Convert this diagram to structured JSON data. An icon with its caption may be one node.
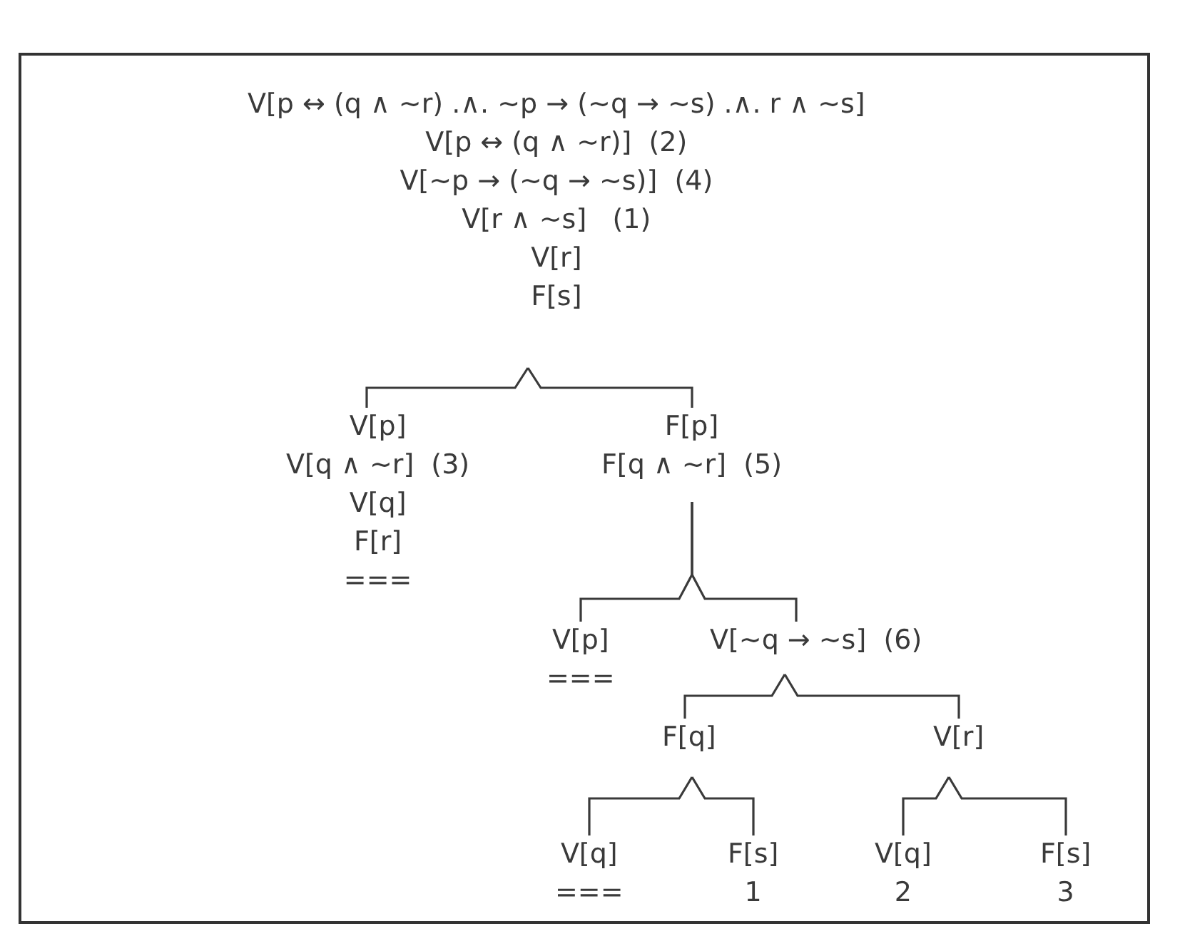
{
  "diagram": {
    "nodes": [
      {
        "text": [
          "V[p ↔ (q ∧ ~r) .∧. ~p → (~q → ~s) .∧. r ∧ ~s]",
          "V[p ↔ (q ∧ ~r)]  (2)",
          "V[~p → (~q → ~s)]  (4)",
          "V[r ∧ ~s]   (1)",
          "V[r]",
          "F[s]"
        ]
      },
      {
        "text": [
          "V[p]",
          "V[q ∧ ~r]  (3)",
          "V[q]",
          "F[r]",
          "==="
        ]
      },
      {
        "text": [
          "F[p]",
          "F[q ∧ ~r]  (5)"
        ]
      },
      {
        "text": [
          "V[p]",
          "==="
        ]
      },
      {
        "text": [
          "V[~q → ~s]  (6)"
        ]
      },
      {
        "text": [
          "F[q]"
        ]
      },
      {
        "text": [
          "V[r]"
        ]
      },
      {
        "text": [
          "V[q]",
          "==="
        ]
      },
      {
        "text": [
          "F[s]",
          "1"
        ]
      },
      {
        "text": [
          "V[q]",
          "2"
        ]
      },
      {
        "text": [
          "F[s]",
          "3"
        ]
      }
    ],
    "edges": [
      {
        "from": 0,
        "to": 1,
        "arrow": "none"
      },
      {
        "from": 0,
        "to": 2,
        "arrow": "none"
      },
      {
        "from": 2,
        "to": 3,
        "arrow": "none"
      },
      {
        "from": 2,
        "to": 4,
        "arrow": "none"
      },
      {
        "from": 4,
        "to": 5,
        "arrow": "none"
      },
      {
        "from": 4,
        "to": 6,
        "arrow": "none"
      },
      {
        "from": 5,
        "to": 7,
        "arrow": "none"
      },
      {
        "from": 5,
        "to": 8,
        "arrow": "none"
      },
      {
        "from": 6,
        "to": 9,
        "arrow": "none"
      },
      {
        "from": 6,
        "to": 10,
        "arrow": "none"
      }
    ]
  }
}
